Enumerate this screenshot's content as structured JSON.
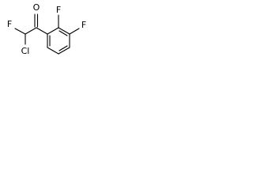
{
  "molecule": {
    "atom_labels": {
      "o": "O",
      "f_ortho": "F",
      "f_para": "F",
      "f_alpha": "F",
      "cl": "Cl"
    }
  }
}
